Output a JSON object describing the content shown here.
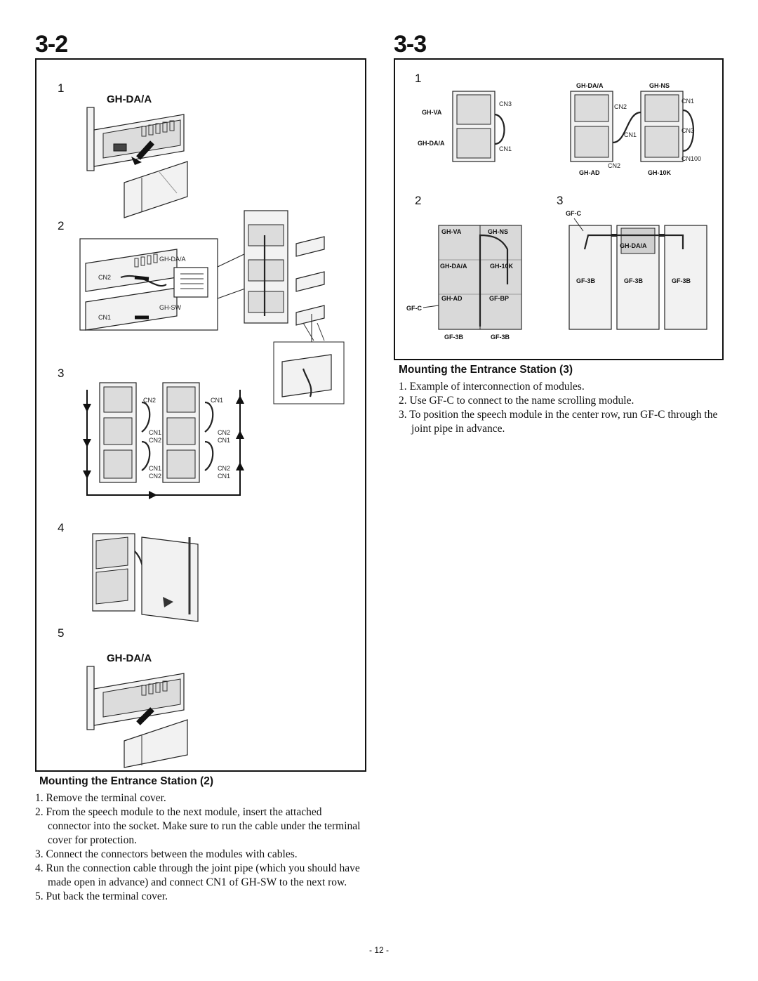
{
  "left_section": {
    "number": "3-2",
    "figure_steps": [
      "1",
      "2",
      "3",
      "4",
      "5"
    ],
    "labels": {
      "gh_da_a_large": "GH-DA/A",
      "gh_da_a_small": "GH-DA/A",
      "gh_sw": "GH-SW",
      "cn1": "CN1",
      "cn2": "CN2"
    },
    "heading": "Mounting the Entrance Station (2)",
    "steps": [
      "1. Remove the terminal cover.",
      "2. From the speech module to the next module, insert the attached connector into the socket. Make sure to run the cable under the terminal cover for protection.",
      "3. Connect the connectors between the modules with cables.",
      "4. Run the connection cable through the joint pipe (which you should have made open in advance) and connect CN1 of GH-SW to the next row.",
      "5. Put back the terminal cover."
    ]
  },
  "right_section": {
    "number": "3-3",
    "figure_steps": [
      "1",
      "2",
      "3"
    ],
    "labels": {
      "gh_va": "GH-VA",
      "gh_da_a": "GH-DA/A",
      "gh_ns": "GH-NS",
      "gh_ad": "GH-AD",
      "gh_10k": "GH-10K",
      "gh_bp": "GF-BP",
      "gf_c": "GF-C",
      "gf_3b": "GF-3B",
      "cn1": "CN1",
      "cn2": "CN2",
      "cn3": "CN3",
      "cn100": "CN100"
    },
    "heading": "Mounting the Entrance Station (3)",
    "steps": [
      "1. Example of interconnection of modules.",
      "2. Use GF-C to connect to the name scrolling module.",
      "3. To position the speech module in the center row, run GF-C through the joint pipe in advance."
    ]
  },
  "page_number": "- 12 -"
}
